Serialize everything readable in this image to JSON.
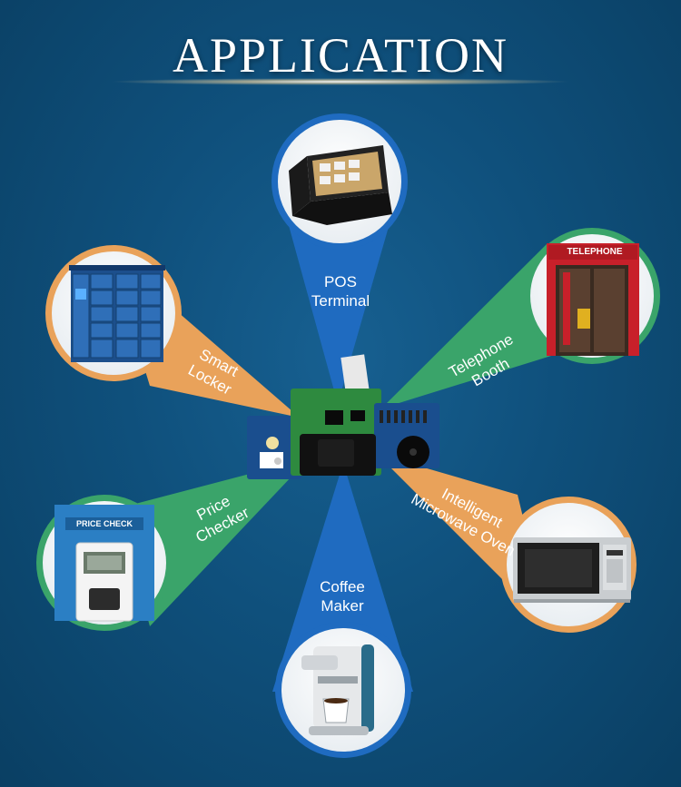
{
  "title": "APPLICATION",
  "center_device": "barcode scanner module",
  "applications": [
    {
      "line1": "POS",
      "line2": "Terminal",
      "color": "#1f6bc0",
      "image": "pos-terminal"
    },
    {
      "line1": "Telephone",
      "line2": "Booth",
      "color": "#3aa46a",
      "image": "telephone-booth"
    },
    {
      "line1": "Intelligent",
      "line2": "Microwave Oven",
      "color": "#e9a25a",
      "image": "microwave-oven"
    },
    {
      "line1": "Coffee",
      "line2": "Maker",
      "color": "#1f6bc0",
      "image": "coffee-maker"
    },
    {
      "line1": "Price",
      "line2": "Checker",
      "color": "#3aa46a",
      "image": "price-checker"
    },
    {
      "line1": "Smart",
      "line2": "Locker",
      "color": "#e9a25a",
      "image": "smart-locker"
    }
  ],
  "signs": {
    "telephone": "TELEPHONE",
    "price_check": "PRICE CHECK"
  },
  "colors": {
    "background": "#0f507c",
    "blue_beam": "#1f6bc0",
    "green_beam": "#3aa46a",
    "orange_beam": "#e9a25a",
    "pcb": "#1a4e8e"
  }
}
